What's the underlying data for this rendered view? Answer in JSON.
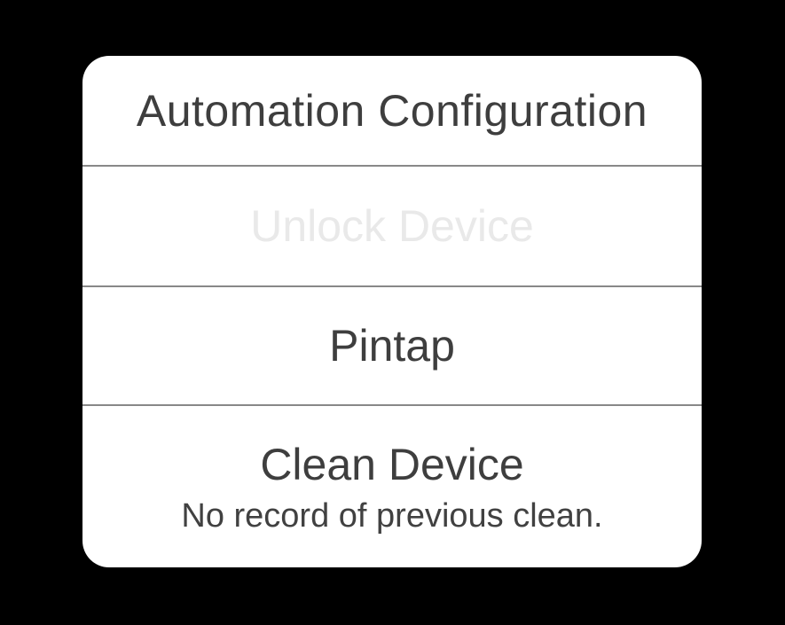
{
  "dialog": {
    "title": "Automation Configuration",
    "actions": [
      {
        "label": "Unlock Device",
        "state": "disabled"
      },
      {
        "label": "Pintap",
        "state": "enabled"
      },
      {
        "label": "Clean Device",
        "sublabel": "No record of previous clean.",
        "state": "enabled"
      }
    ]
  },
  "colors": {
    "page_background": "#000000",
    "card_background": "#ffffff",
    "text_primary": "#3e3e3e",
    "text_disabled": "#e9e9e9",
    "divider": "#888888"
  }
}
